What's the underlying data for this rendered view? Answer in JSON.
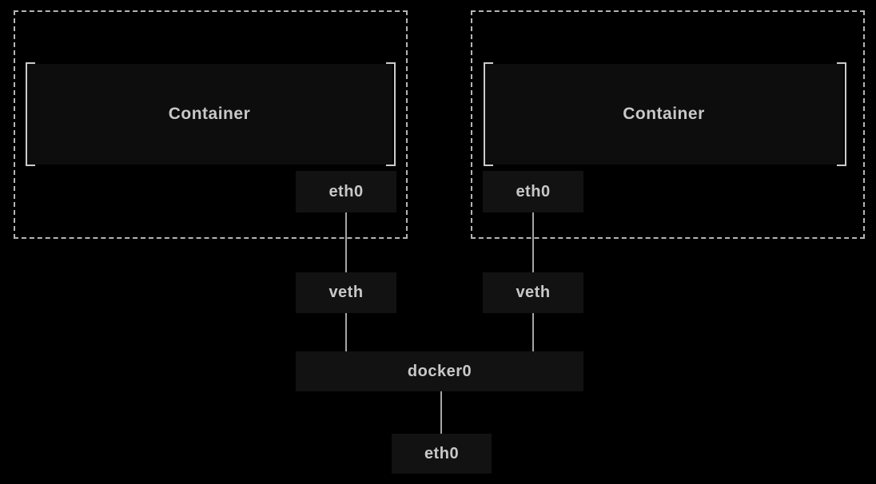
{
  "diagram": {
    "namespaces": [
      {
        "container_label": "Container",
        "interface_label": "eth0"
      },
      {
        "container_label": "Container",
        "interface_label": "eth0"
      }
    ],
    "veths": [
      "veth",
      "veth"
    ],
    "bridge_label": "docker0",
    "host_interface_label": "eth0"
  },
  "colors": {
    "background": "#000000",
    "namespace_border": "#b5b5b5",
    "container_fill": "#0d0d0d",
    "container_bracket": "#cccccc",
    "node_fill": "#121212",
    "text": "#c8c8c8",
    "connector": "#a5a5a5"
  }
}
